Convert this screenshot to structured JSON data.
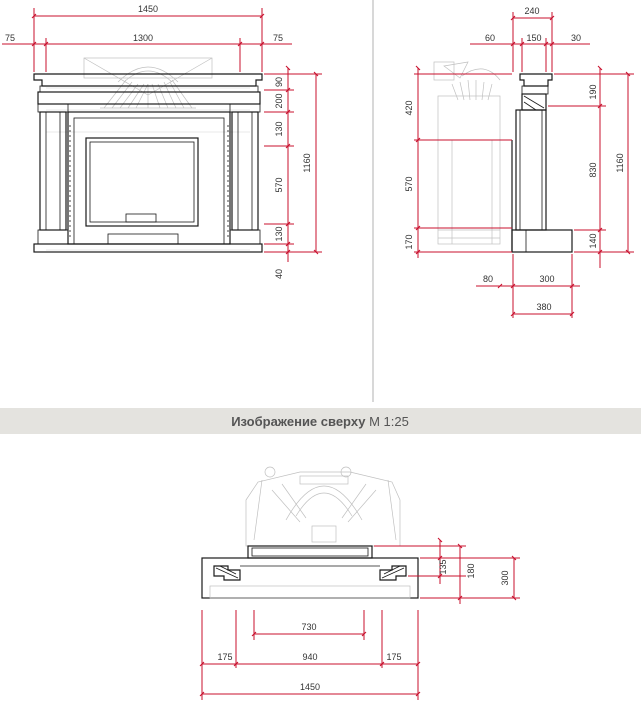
{
  "band": {
    "title_bold": "Изображение сверху",
    "title_scale": " М 1:25",
    "color": "#e4e3df"
  },
  "front": {
    "top_1450": "1450",
    "left_75": "75",
    "mid_1300": "1300",
    "right_75": "75",
    "seg_90": "90",
    "seg_200": "200",
    "seg_130a": "130",
    "seg_570": "570",
    "seg_130b": "130",
    "seg_40": "40",
    "total_1160": "1160"
  },
  "side": {
    "top_240": "240",
    "top_60": "60",
    "top_150": "150",
    "top_30": "30",
    "left_420": "420",
    "left_570": "570",
    "left_170": "170",
    "right_190": "190",
    "right_830": "830",
    "right_140": "140",
    "total_1160": "1160",
    "bot_80": "80",
    "bot_300": "300",
    "bot_380": "380"
  },
  "top": {
    "r_135": "135",
    "r_180": "180",
    "r_300": "300",
    "b_730": "730",
    "b_175a": "175",
    "b_940": "940",
    "b_175b": "175",
    "b_1450": "1450"
  },
  "colors": {
    "dimension": "#c8102e",
    "outline": "#1a1a1a",
    "ghost": "#c0c0c0",
    "divider": "#b0b0b0"
  }
}
